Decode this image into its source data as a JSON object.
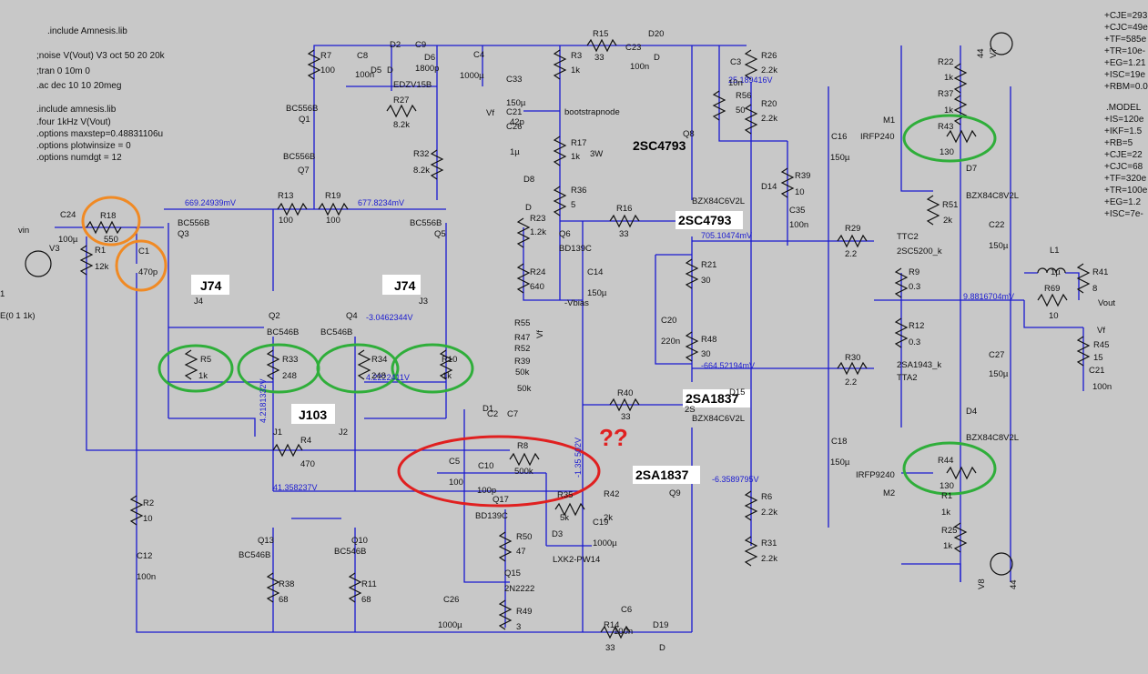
{
  "directives": [
    ".include Amnesis.lib",
    ";noise V(Vout) V3 oct 50 20 20k",
    ";tran 0 10m 0",
    ".ac dec 10 10 20meg",
    ".include amnesis.lib",
    ".four 1kHz V(Vout)",
    ".options maxstep=0.48831106u",
    ".options plotwinsize = 0",
    ".options numdgt = 12"
  ],
  "model_right_top": [
    "+CJE=293",
    "+CJC=49e",
    "+TF=585e",
    "+TR=10e-",
    "+EG=1.21",
    "+ISC=19e",
    "+RBM=0.0"
  ],
  "model_right_bottom": [
    ".MODEL",
    "+IS=120e",
    "+IKF=1.5",
    "+RB=5",
    "+CJE=22",
    "+CJC=68",
    "+TF=320e",
    "+TR=100e",
    "+EG=1.2",
    "+ISC=7e-"
  ],
  "annotations": {
    "j74_left": "J74",
    "j74_right": "J74",
    "j103": "J103",
    "q8_part": "2SC4793",
    "q_vas_part": "2SC4793",
    "q_lower_part": "2SA1837",
    "q9_part": "2SA1837",
    "question": "??"
  },
  "node_voltages": {
    "v669": "669.24939mV",
    "v677": "677.8234mV",
    "v705": "705.10474mV",
    "v664": "-664.52194mV",
    "v25": "25.189416V",
    "v9881": "9.8816704mV",
    "v3046": "-3.0462344V",
    "v4218": "4.2181332V",
    "v4222": "4.2222411V",
    "v41358": "41.358237V",
    "v135": "-1.35  502V",
    "v6358": "-6.3589795V"
  },
  "labels": [
    {
      "id": "vin",
      "text": "vin"
    },
    {
      "id": "c24",
      "text": "C24"
    },
    {
      "id": "c24v",
      "text": "100µ"
    },
    {
      "id": "r18",
      "text": "R18"
    },
    {
      "id": "r18v",
      "text": "550"
    },
    {
      "id": "c1",
      "text": "C1"
    },
    {
      "id": "c1v",
      "text": "470p"
    },
    {
      "id": "r1",
      "text": "R1"
    },
    {
      "id": "r1v",
      "text": "12k"
    },
    {
      "id": "v3",
      "text": "V3"
    },
    {
      "id": "v3s",
      "text": "E(0 1 1k)"
    },
    {
      "id": "v3n",
      "text": "1"
    },
    {
      "id": "q3p",
      "text": "BC556B"
    },
    {
      "id": "q3",
      "text": "Q3"
    },
    {
      "id": "j4",
      "text": "J4"
    },
    {
      "id": "r13",
      "text": "R13"
    },
    {
      "id": "r13v",
      "text": "100"
    },
    {
      "id": "r19",
      "text": "R19"
    },
    {
      "id": "r19v",
      "text": "100"
    },
    {
      "id": "q5p",
      "text": "BC556B"
    },
    {
      "id": "q5",
      "text": "Q5"
    },
    {
      "id": "j3",
      "text": "J3"
    },
    {
      "id": "q2",
      "text": "Q2"
    },
    {
      "id": "q2p",
      "text": "BC546B"
    },
    {
      "id": "q4",
      "text": "Q4"
    },
    {
      "id": "q4p",
      "text": "BC546B"
    },
    {
      "id": "r5",
      "text": "R5"
    },
    {
      "id": "r5v",
      "text": "1k"
    },
    {
      "id": "r33",
      "text": "R33"
    },
    {
      "id": "r33v",
      "text": "248"
    },
    {
      "id": "r34",
      "text": "R34"
    },
    {
      "id": "r34v",
      "text": "248"
    },
    {
      "id": "r10",
      "text": "R10"
    },
    {
      "id": "r10v",
      "text": "1k"
    },
    {
      "id": "j1",
      "text": "J1"
    },
    {
      "id": "j2",
      "text": "J2"
    },
    {
      "id": "r4",
      "text": "R4"
    },
    {
      "id": "r4v",
      "text": "470"
    },
    {
      "id": "r2",
      "text": "R2"
    },
    {
      "id": "r2v",
      "text": "10"
    },
    {
      "id": "c12",
      "text": "C12"
    },
    {
      "id": "c12v",
      "text": "100n"
    },
    {
      "id": "q13",
      "text": "Q13"
    },
    {
      "id": "q13p",
      "text": "BC546B"
    },
    {
      "id": "q10",
      "text": "Q10"
    },
    {
      "id": "q10p",
      "text": "BC546B"
    },
    {
      "id": "r38",
      "text": "R38"
    },
    {
      "id": "r38v",
      "text": "68"
    },
    {
      "id": "r11",
      "text": "R11"
    },
    {
      "id": "r11v",
      "text": "68"
    },
    {
      "id": "r7",
      "text": "R7"
    },
    {
      "id": "r7v",
      "text": "100"
    },
    {
      "id": "c8",
      "text": "C8"
    },
    {
      "id": "c8v",
      "text": "100n"
    },
    {
      "id": "d2",
      "text": "D2"
    },
    {
      "id": "d5",
      "text": "D5"
    },
    {
      "id": "dD",
      "text": "D"
    },
    {
      "id": "edz",
      "text": "EDZV15B"
    },
    {
      "id": "c9",
      "text": "C9"
    },
    {
      "id": "c9v",
      "text": "1800p"
    },
    {
      "id": "d6",
      "text": "D6"
    },
    {
      "id": "q1p",
      "text": "BC556B"
    },
    {
      "id": "q1",
      "text": "Q1"
    },
    {
      "id": "q7p",
      "text": "BC556B"
    },
    {
      "id": "q7",
      "text": "Q7"
    },
    {
      "id": "r27",
      "text": "R27"
    },
    {
      "id": "r27v",
      "text": "8.2k"
    },
    {
      "id": "r32",
      "text": "R32"
    },
    {
      "id": "r32v",
      "text": "8.2k"
    },
    {
      "id": "c4",
      "text": "C4"
    },
    {
      "id": "c4v",
      "text": "1000µ"
    },
    {
      "id": "c33",
      "text": "C33"
    },
    {
      "id": "c33v",
      "text": "150µ"
    },
    {
      "id": "c21",
      "text": "C21"
    },
    {
      "id": "c26",
      "text": "C26"
    },
    {
      "id": "c26v",
      "text": "1µ"
    },
    {
      "id": "c42",
      "text": "42p"
    },
    {
      "id": "vf1",
      "text": "Vf"
    },
    {
      "id": "r3",
      "text": "R3"
    },
    {
      "id": "r3v",
      "text": "1k"
    },
    {
      "id": "r15",
      "text": "R15"
    },
    {
      "id": "r15v",
      "text": "33"
    },
    {
      "id": "c23",
      "text": "C23"
    },
    {
      "id": "c23v",
      "text": "100n"
    },
    {
      "id": "d20",
      "text": "D20"
    },
    {
      "id": "d20v",
      "text": "D"
    },
    {
      "id": "boot",
      "text": "bootstrapnode"
    },
    {
      "id": "r17",
      "text": "R17"
    },
    {
      "id": "r17v",
      "text": "1k"
    },
    {
      "id": "w3",
      "text": "3W"
    },
    {
      "id": "d8",
      "text": "D8"
    },
    {
      "id": "d8v",
      "text": "D"
    },
    {
      "id": "r36",
      "text": "R36"
    },
    {
      "id": "r36v",
      "text": "5"
    },
    {
      "id": "r23",
      "text": "R23"
    },
    {
      "id": "r23v",
      "text": "1.2k"
    },
    {
      "id": "q6",
      "text": "Q6"
    },
    {
      "id": "q6p",
      "text": "BD139C"
    },
    {
      "id": "r24",
      "text": "R24"
    },
    {
      "id": "r24v",
      "text": "640"
    },
    {
      "id": "vbias",
      "text": "-Vbias"
    },
    {
      "id": "c14",
      "text": "C14"
    },
    {
      "id": "c14v",
      "text": "150µ"
    },
    {
      "id": "r16",
      "text": "R16"
    },
    {
      "id": "r16v",
      "text": "33"
    },
    {
      "id": "r55",
      "text": "R55"
    },
    {
      "id": "r47",
      "text": "R47"
    },
    {
      "id": "r52",
      "text": "R52"
    },
    {
      "id": "r39b",
      "text": "R39"
    },
    {
      "id": "r50k",
      "text": "50k"
    },
    {
      "id": "r50k2",
      "text": "50k"
    },
    {
      "id": "vf2",
      "text": "Vf"
    },
    {
      "id": "d1",
      "text": "D1"
    },
    {
      "id": "c2",
      "text": "C2"
    },
    {
      "id": "c7",
      "text": "C7"
    },
    {
      "id": "c5",
      "text": "C5"
    },
    {
      "id": "c5v",
      "text": "100"
    },
    {
      "id": "c10",
      "text": "C10"
    },
    {
      "id": "c10v",
      "text": "100p"
    },
    {
      "id": "r8",
      "text": "R8"
    },
    {
      "id": "r8v",
      "text": "500k"
    },
    {
      "id": "q17",
      "text": "Q17"
    },
    {
      "id": "q17p",
      "text": "BD139C"
    },
    {
      "id": "r35",
      "text": "R35"
    },
    {
      "id": "r35v",
      "text": "5k"
    },
    {
      "id": "r42",
      "text": "R42"
    },
    {
      "id": "r42v",
      "text": "2k"
    },
    {
      "id": "c19",
      "text": "C19"
    },
    {
      "id": "c19v",
      "text": "1000µ"
    },
    {
      "id": "r50",
      "text": "R50"
    },
    {
      "id": "r50v",
      "text": "47"
    },
    {
      "id": "d3",
      "text": "D3"
    },
    {
      "id": "d3p",
      "text": "LXK2-PW14"
    },
    {
      "id": "q15",
      "text": "Q15"
    },
    {
      "id": "q15p",
      "text": "2N2222"
    },
    {
      "id": "r49",
      "text": "R49"
    },
    {
      "id": "r49v",
      "text": "3"
    },
    {
      "id": "c26b",
      "text": "C26"
    },
    {
      "id": "c26bv",
      "text": "1000µ"
    },
    {
      "id": "c6",
      "text": "C6"
    },
    {
      "id": "r14",
      "text": "R14"
    },
    {
      "id": "r14v",
      "text": "33"
    },
    {
      "id": "r14n",
      "text": "100n"
    },
    {
      "id": "d19",
      "text": "D19"
    },
    {
      "id": "d19v",
      "text": "D"
    },
    {
      "id": "r40",
      "text": "R40"
    },
    {
      "id": "r40v",
      "text": "33"
    },
    {
      "id": "c20",
      "text": "C20"
    },
    {
      "id": "c20v",
      "text": "220n"
    },
    {
      "id": "r21",
      "text": "R21"
    },
    {
      "id": "r21v",
      "text": "30"
    },
    {
      "id": "r48",
      "text": "R48"
    },
    {
      "id": "r48v",
      "text": "30"
    },
    {
      "id": "c3",
      "text": "C3"
    },
    {
      "id": "c3v",
      "text": "10n"
    },
    {
      "id": "r56",
      "text": "R56"
    },
    {
      "id": "r56v",
      "text": "50"
    },
    {
      "id": "r26",
      "text": "R26"
    },
    {
      "id": "r26v",
      "text": "2.2k"
    },
    {
      "id": "r20",
      "text": "R20"
    },
    {
      "id": "r20v",
      "text": "2.2k"
    },
    {
      "id": "q8",
      "text": "Q8"
    },
    {
      "id": "d14",
      "text": "D14"
    },
    {
      "id": "bzx1",
      "text": "BZX84C6V2L"
    },
    {
      "id": "r39",
      "text": "R39"
    },
    {
      "id": "r39v",
      "text": "10"
    },
    {
      "id": "c35",
      "text": "C35"
    },
    {
      "id": "c35v",
      "text": "100n"
    },
    {
      "id": "c16",
      "text": "C16"
    },
    {
      "id": "c16v",
      "text": "150µ"
    },
    {
      "id": "c18",
      "text": "C18"
    },
    {
      "id": "c18v",
      "text": "150µ"
    },
    {
      "id": "d15",
      "text": "D15"
    },
    {
      "id": "bzx2",
      "text": "BZX84C6V2L"
    },
    {
      "id": "q2s",
      "text": "2S"
    },
    {
      "id": "q9",
      "text": "Q9"
    },
    {
      "id": "r6",
      "text": "R6"
    },
    {
      "id": "r6v",
      "text": "2.2k"
    },
    {
      "id": "r31",
      "text": "R31"
    },
    {
      "id": "r31v",
      "text": "2.2k"
    },
    {
      "id": "r29",
      "text": "R29"
    },
    {
      "id": "r29v",
      "text": "2.2"
    },
    {
      "id": "ttc2",
      "text": "TTC2"
    },
    {
      "id": "ttc2p",
      "text": "2SC5200_k"
    },
    {
      "id": "r9",
      "text": "R9"
    },
    {
      "id": "r9v",
      "text": "0.3"
    },
    {
      "id": "r12",
      "text": "R12"
    },
    {
      "id": "r12v",
      "text": "0.3"
    },
    {
      "id": "r30",
      "text": "R30"
    },
    {
      "id": "r30v",
      "text": "2.2"
    },
    {
      "id": "tta2p",
      "text": "2SA1943_k"
    },
    {
      "id": "tta2",
      "text": "TTA2"
    },
    {
      "id": "m1",
      "text": "M1"
    },
    {
      "id": "irfp240",
      "text": "IRFP240"
    },
    {
      "id": "r43",
      "text": "R43"
    },
    {
      "id": "r43v",
      "text": "130"
    },
    {
      "id": "r22",
      "text": "R22"
    },
    {
      "id": "r22v",
      "text": "1k"
    },
    {
      "id": "r37",
      "text": "R37"
    },
    {
      "id": "r37v",
      "text": "1k"
    },
    {
      "id": "d7",
      "text": "D7"
    },
    {
      "id": "bzx3",
      "text": "BZX84C8V2L"
    },
    {
      "id": "r51",
      "text": "R51"
    },
    {
      "id": "r51v",
      "text": "2k"
    },
    {
      "id": "c22",
      "text": "C22"
    },
    {
      "id": "c22v",
      "text": "150µ"
    },
    {
      "id": "c27",
      "text": "C27"
    },
    {
      "id": "c27v",
      "text": "150µ"
    },
    {
      "id": "d4",
      "text": "D4"
    },
    {
      "id": "bzx4",
      "text": "BZX84C8V2L"
    },
    {
      "id": "m2",
      "text": "M2"
    },
    {
      "id": "irfp9240",
      "text": "IRFP9240"
    },
    {
      "id": "r44",
      "text": "R44"
    },
    {
      "id": "r44v",
      "text": "130"
    },
    {
      "id": "r1x",
      "text": "R1"
    },
    {
      "id": "r1xv",
      "text": "1k"
    },
    {
      "id": "r25",
      "text": "R25"
    },
    {
      "id": "r25v",
      "text": "1k"
    },
    {
      "id": "v7",
      "text": "V7"
    },
    {
      "id": "v7v",
      "text": "44"
    },
    {
      "id": "v8",
      "text": "V8"
    },
    {
      "id": "v8v",
      "text": "44"
    },
    {
      "id": "l1",
      "text": "L1"
    },
    {
      "id": "l1v",
      "text": "1µ"
    },
    {
      "id": "r69",
      "text": "R69"
    },
    {
      "id": "r69v",
      "text": "10"
    },
    {
      "id": "r41",
      "text": "R41"
    },
    {
      "id": "r41v",
      "text": "8"
    },
    {
      "id": "vout",
      "text": "Vout"
    },
    {
      "id": "vf3",
      "text": "Vf"
    },
    {
      "id": "r45",
      "text": "R45"
    },
    {
      "id": "r45v",
      "text": "15"
    },
    {
      "id": "c21b",
      "text": "C21"
    },
    {
      "id": "c21bv",
      "text": "100n"
    },
    {
      "id": "rbtop",
      "text": "RB=5"
    }
  ],
  "colors": {
    "background": "#c8c8c8",
    "wire": "#1a1ad0",
    "component": "#111111",
    "highlight_green": "#2fae3a",
    "highlight_orange": "#f08a24",
    "highlight_red": "#e02020"
  }
}
